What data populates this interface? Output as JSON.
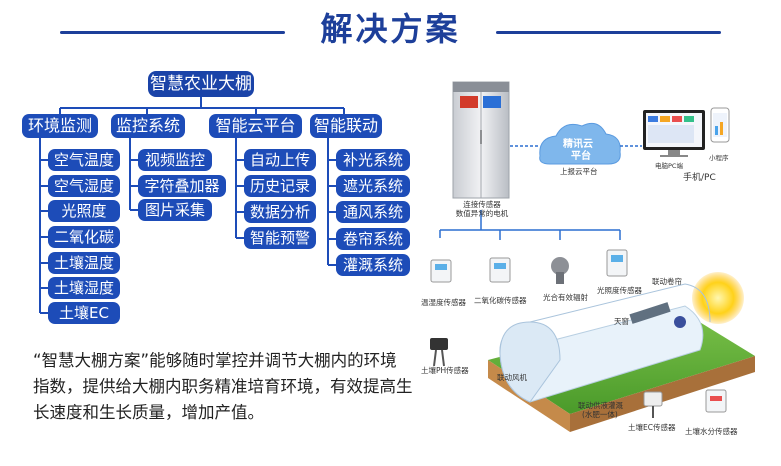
{
  "header": {
    "title": "解决方案"
  },
  "tree": {
    "root": "智慧农业大棚",
    "categories": [
      {
        "label": "环境监测",
        "items": [
          "空气温度",
          "空气湿度",
          "光照度",
          "二氧化碳",
          "土壤温度",
          "土壤湿度",
          "土壤EC"
        ]
      },
      {
        "label": "监控系统",
        "items": [
          "视频监控",
          "字符叠加器",
          "图片采集"
        ]
      },
      {
        "label": "智能云平台",
        "items": [
          "自动上传",
          "历史记录",
          "数据分析",
          "智能预警"
        ]
      },
      {
        "label": "智能联动",
        "items": [
          "补光系统",
          "遮光系统",
          "通风系统",
          "卷帘系统",
          "灌溉系统"
        ]
      }
    ]
  },
  "description": "“智慧大棚方案”能够随时掌控并调节大棚内的环境指数，提供给大棚内职务精准培育环境，有效提高生长速度和生长质量，增加产值。",
  "diagram": {
    "cabinet_label_1": "连接传感器",
    "cabinet_label_2": "数值异常的电机",
    "cloud_label_1": "精讯云",
    "cloud_label_2": "平台",
    "cloud_caption": "上报云平台",
    "device_pc": "电脑PC端",
    "device_app": "小程序",
    "device_caption": "手机/PC",
    "sensors": [
      "温湿度传感器",
      "二氧化碳传感器",
      "光合有效辐射",
      "光照度传感器"
    ],
    "linkage_label": "联动卷帘",
    "skylight_label": "天窗",
    "fan_label": "联动风机",
    "ph_label": "土壤PH传感器",
    "valve_label_1": "联动供液灌溉",
    "valve_label_2": "(水肥一体)",
    "ec_label": "土壤EC传感器",
    "water_label": "土壤水分传感器"
  },
  "colors": {
    "primary": "#1d4cb8",
    "title": "#1d3f9a"
  }
}
